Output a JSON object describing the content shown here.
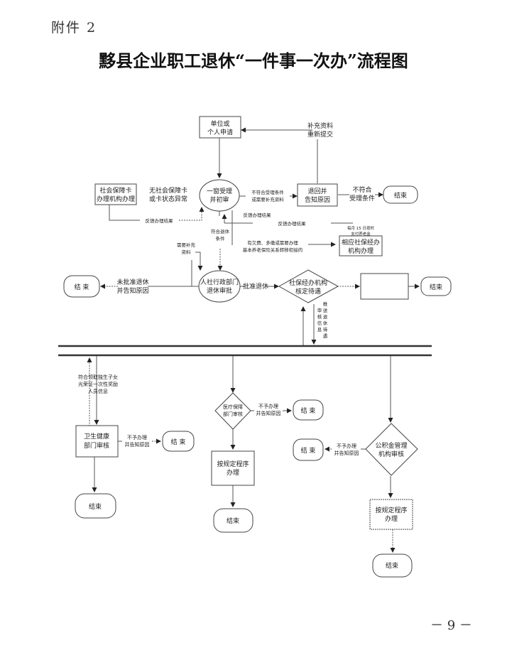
{
  "header": {
    "attachment": "附件 2",
    "title": "黟县企业职工退休“一件事一次办”流程图"
  },
  "footer": {
    "page_number": "－ 9 －"
  },
  "nodes": {
    "apply": [
      "单位或",
      "个人申请"
    ],
    "resubmit": [
      "补充资料",
      "重新提交"
    ],
    "window_review": [
      "一窗受理",
      "并初审"
    ],
    "return_notify": [
      "退回并",
      "告知原因"
    ],
    "end_top_right": [
      "结束"
    ],
    "ss_card_agency": [
      "社会保障卡",
      "办理机构办理"
    ],
    "no_ss_card": [
      "无社会保障卡",
      "或卡状态异常"
    ],
    "feedback_1": [
      "反馈办理结果"
    ],
    "feedback_2": [
      "反馈办理结果"
    ],
    "feedback_3": [
      "反馈办理结果"
    ],
    "monthly_pay": [
      "每月 15 日按时",
      "支付养老金"
    ],
    "related_agency": [
      "相应社保经办",
      "机构办理"
    ],
    "arrears_note": [
      "有欠费、多缴或需要办理",
      "基本养老保险关系转移衔接的"
    ],
    "need_supplement": [
      "需要补充",
      "资料"
    ],
    "meets_retire": [
      "符合退休",
      "条件"
    ],
    "hr_approval": [
      "人社行政部门",
      "退休审批"
    ],
    "not_approved": [
      "未批准退休",
      "并告知原因"
    ],
    "end_left": [
      "结 束"
    ],
    "approve_retire": [
      "批准退休"
    ],
    "ss_verify": [
      "社保经办机构",
      "核定待遇"
    ],
    "blank_box": [],
    "end_right": [
      "结束"
    ],
    "push_info": [
      "推",
      "送",
      "退",
      "休",
      "待",
      "遇"
    ],
    "review_info": [
      "审",
      "核",
      "信",
      "息"
    ],
    "only_child_info": [
      "符合领取独生子女",
      "光荣证一次性奖励",
      "人员信息"
    ],
    "health_review": [
      "卫生健康",
      "部门审核"
    ],
    "health_reject": [
      "不予办理",
      "并告知原因"
    ],
    "health_end_right": [
      "结 束"
    ],
    "health_end": [
      "结束"
    ],
    "medical_review": [
      "医疗保障",
      "部门审核"
    ],
    "medical_reject": [
      "不予办理",
      "并告知原因"
    ],
    "medical_end_right": [
      "结 束"
    ],
    "medical_process": [
      "按规定程序",
      "办理"
    ],
    "medical_end": [
      "结束"
    ],
    "fund_review": [
      "公积金管理",
      "机构审核"
    ],
    "fund_reject": [
      "不予办理",
      "并告知原因"
    ],
    "fund_end_left": [
      "结 束"
    ],
    "fund_process": [
      "按规定程序",
      "办理"
    ],
    "fund_end": [
      "结束"
    ],
    "not_meet_accept": [
      "不符合受理条件",
      "或需要补充资料"
    ],
    "not_meet_short": [
      "不符合",
      "受理条件"
    ]
  }
}
